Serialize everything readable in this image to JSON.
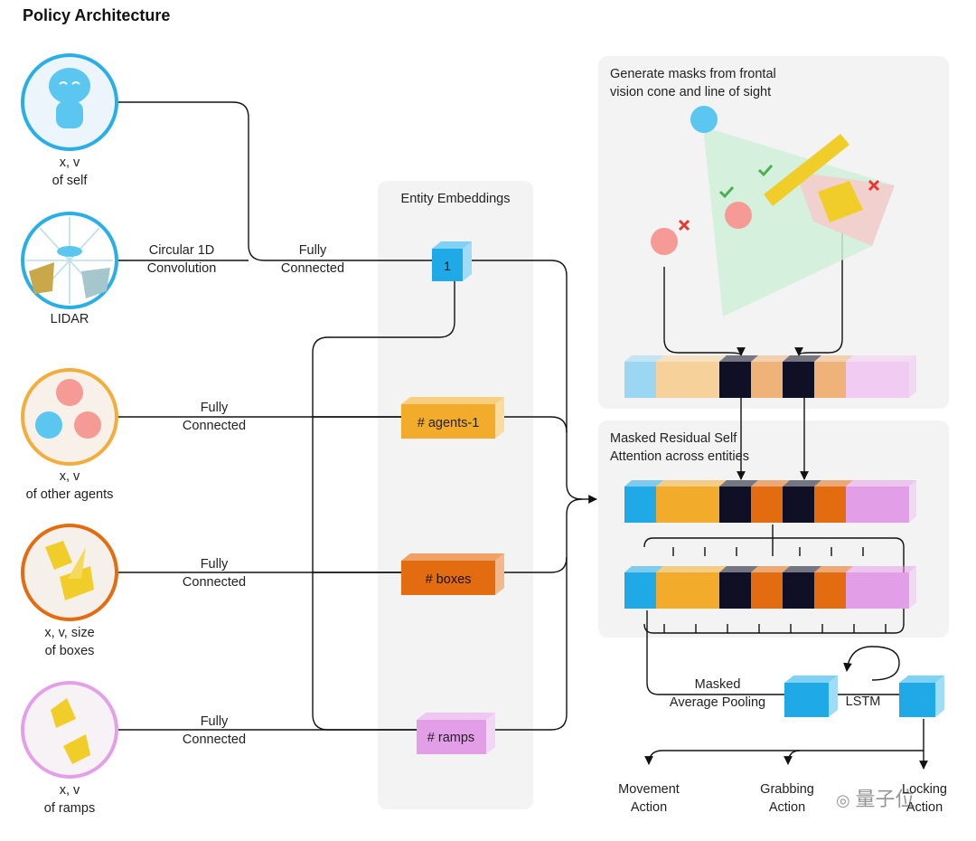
{
  "title": "Policy Architecture",
  "inputs": {
    "self": [
      "x, v",
      "of self"
    ],
    "lidar": [
      "LIDAR"
    ],
    "agents": [
      "x, v",
      "of other agents"
    ],
    "boxes": [
      "x, v, size",
      "of boxes"
    ],
    "ramps": [
      "x, v",
      "of ramps"
    ]
  },
  "connections": {
    "conv": [
      "Circular 1D",
      "Convolution"
    ],
    "fc_self": [
      "Fully",
      "Connected"
    ],
    "fc_agents": [
      "Fully",
      "Connected"
    ],
    "fc_boxes": [
      "Fully",
      "Connected"
    ],
    "fc_ramps": [
      "Fully",
      "Connected"
    ]
  },
  "embeddings": {
    "heading": "Entity Embeddings",
    "self_label": "1",
    "agents_label": "# agents-1",
    "boxes_label": "# boxes",
    "ramps_label": "# ramps"
  },
  "masks_panel": {
    "caption": [
      "Generate masks from frontal",
      "vision cone and line of sight"
    ]
  },
  "attention_panel": {
    "caption": [
      "Masked Residual Self",
      "Attention across entities"
    ]
  },
  "pooling": [
    "Masked",
    "Average Pooling"
  ],
  "lstm": "LSTM",
  "outputs": {
    "movement": [
      "Movement",
      "Action"
    ],
    "grabbing": [
      "Grabbing",
      "Action"
    ],
    "locking": [
      "Locking",
      "Action"
    ]
  },
  "watermark": "量子位",
  "colors": {
    "self": "#1fa9e6",
    "agents": "#f3ab2c",
    "boxes": "#e36b10",
    "ramps": "#e39ee8",
    "masked": "#0f0f26",
    "cone": "#cfeed8",
    "box_yellow": "#f1cd2a"
  }
}
